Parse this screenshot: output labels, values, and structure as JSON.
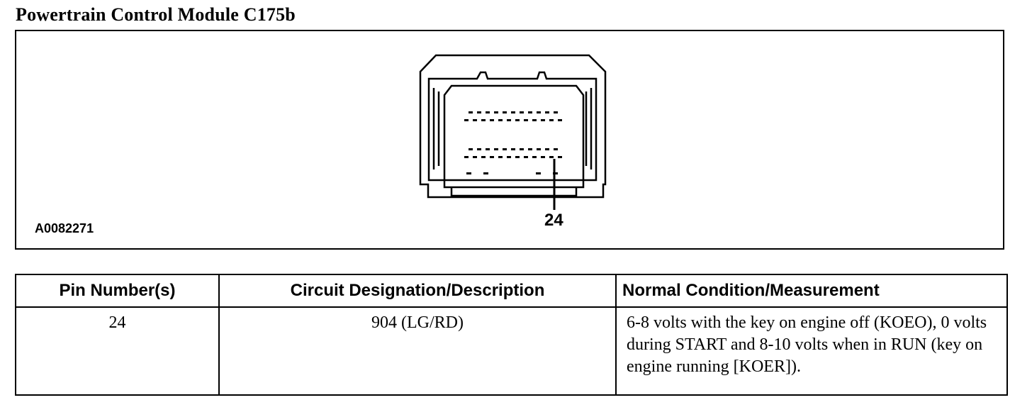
{
  "page": {
    "title": "Powertrain Control Module C175b"
  },
  "figure": {
    "id": "A0082271",
    "callout_pin": "24"
  },
  "table": {
    "headers": [
      "Pin Number(s)",
      "Circuit Designation/Description",
      "Normal Condition/Measurement"
    ],
    "rows": [
      {
        "pin": "24",
        "circuit": "904 (LG/RD)",
        "condition": "6-8 volts with the key on engine off (KOEO), 0 volts during START and 8-10 volts when in RUN (key on engine running [KOER])."
      }
    ]
  }
}
